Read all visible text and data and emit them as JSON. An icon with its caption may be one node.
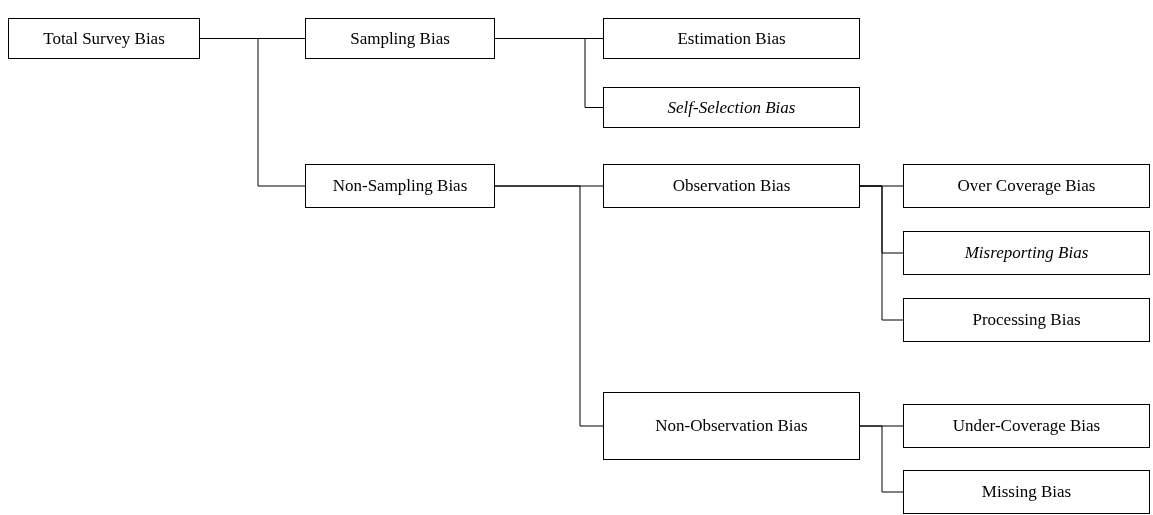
{
  "diagram": {
    "nodes": [
      {
        "text": [
          "Total Survey Bias"
        ]
      },
      {
        "text": [
          "Sampling Bias"
        ]
      },
      {
        "text": [
          "Estimation Bias"
        ]
      },
      {
        "text": [
          "Self-Selection Bias"
        ]
      },
      {
        "text": [
          "Non-Sampling Bias"
        ]
      },
      {
        "text": [
          "Observation Bias"
        ]
      },
      {
        "text": [
          "Over Coverage Bias"
        ]
      },
      {
        "text": [
          "Misreporting Bias"
        ]
      },
      {
        "text": [
          "Processing Bias"
        ]
      },
      {
        "text": [
          "Non-Observation Bias"
        ]
      },
      {
        "text": [
          "Under-Coverage Bias"
        ]
      },
      {
        "text": [
          "Missing Bias"
        ]
      }
    ],
    "edges": [
      {
        "from": 0,
        "to": 1,
        "arrow": "none"
      },
      {
        "from": 0,
        "to": 4,
        "arrow": "none"
      },
      {
        "from": 1,
        "to": 2,
        "arrow": "none"
      },
      {
        "from": 1,
        "to": 3,
        "arrow": "none"
      },
      {
        "from": 4,
        "to": 5,
        "arrow": "none"
      },
      {
        "from": 4,
        "to": 9,
        "arrow": "none"
      },
      {
        "from": 5,
        "to": 6,
        "arrow": "none"
      },
      {
        "from": 5,
        "to": 7,
        "arrow": "none"
      },
      {
        "from": 5,
        "to": 8,
        "arrow": "none"
      },
      {
        "from": 9,
        "to": 10,
        "arrow": "none"
      },
      {
        "from": 9,
        "to": 11,
        "arrow": "none"
      }
    ]
  }
}
